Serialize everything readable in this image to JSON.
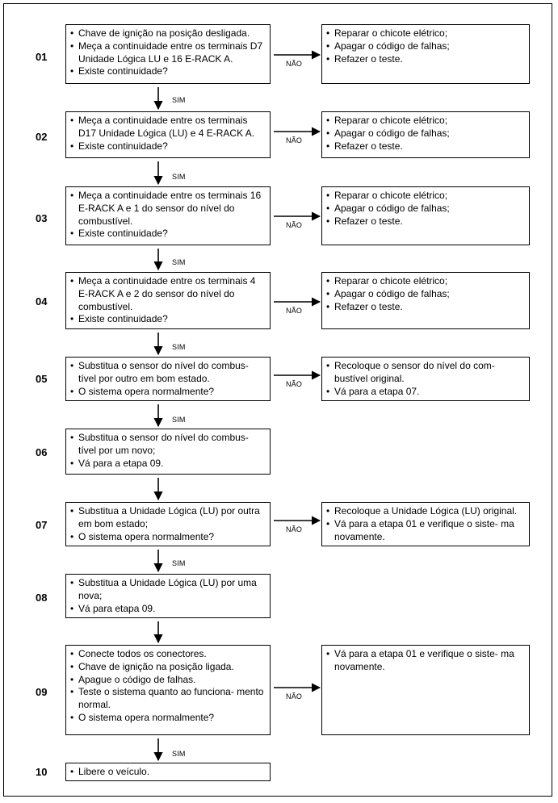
{
  "steps": [
    {
      "number": "01",
      "items": [
        "Chave de ignição na posição desligada.",
        "Meça a continuidade entre os terminais D7 Unidade Lógica LU e 16 E-RACK A.",
        "Existe continuidade?"
      ],
      "no_branch": [
        "Reparar o chicote elétrico;",
        "Apagar o código de falhas;",
        "Refazer o teste."
      ]
    },
    {
      "number": "02",
      "items": [
        "Meça a continuidade entre os terminais D17 Unidade Lógica (LU) e 4 E-RACK A.",
        "Existe continuidade?"
      ],
      "no_branch": [
        "Reparar o chicote elétrico;",
        "Apagar o código de falhas;",
        "Refazer o teste."
      ]
    },
    {
      "number": "03",
      "items": [
        "Meça a continuidade entre os terminais 16 E-RACK A e 1 do sensor do nível do combustível.",
        "Existe continuidade?"
      ],
      "no_branch": [
        "Reparar o chicote elétrico;",
        "Apagar o código de falhas;",
        "Refazer o teste."
      ]
    },
    {
      "number": "04",
      "items": [
        "Meça a continuidade entre os terminais 4 E-RACK A e 2 do sensor do nível do combustível.",
        "Existe continuidade?"
      ],
      "no_branch": [
        "Reparar o chicote elétrico;",
        "Apagar o código de falhas;",
        "Refazer o teste."
      ]
    },
    {
      "number": "05",
      "items": [
        "Substitua o sensor do nível do combus- tível por outro em bom estado.",
        "O sistema opera normalmente?"
      ],
      "no_branch": [
        "Recoloque o sensor do nível do com- bustível original.",
        "Vá para a etapa 07."
      ]
    },
    {
      "number": "06",
      "items": [
        "Substitua o sensor do nível do combus- tível por um novo;",
        "Vá para a etapa 09."
      ]
    },
    {
      "number": "07",
      "items": [
        "Substitua a Unidade Lógica (LU) por outra em bom estado;",
        "O sistema opera normalmente?"
      ],
      "no_branch": [
        "Recoloque a Unidade Lógica (LU) original.",
        "Vá para a etapa 01 e verifique o siste- ma novamente."
      ]
    },
    {
      "number": "08",
      "items": [
        "Substitua a Unidade Lógica (LU) por uma nova;",
        "Vá para etapa 09."
      ]
    },
    {
      "number": "09",
      "items": [
        "Conecte todos os conectores.",
        "Chave de ignição na posição ligada.",
        "Apague o código de falhas.",
        "Teste o sistema quanto ao funciona- mento normal.",
        "O sistema opera normalmente?"
      ],
      "no_branch": [
        "Vá para a etapa 01 e verifique o siste- ma novamente."
      ]
    },
    {
      "number": "10",
      "items": [
        "Libere o veículo."
      ]
    }
  ],
  "labels": {
    "yes": "SIM",
    "no": "NÃO"
  }
}
